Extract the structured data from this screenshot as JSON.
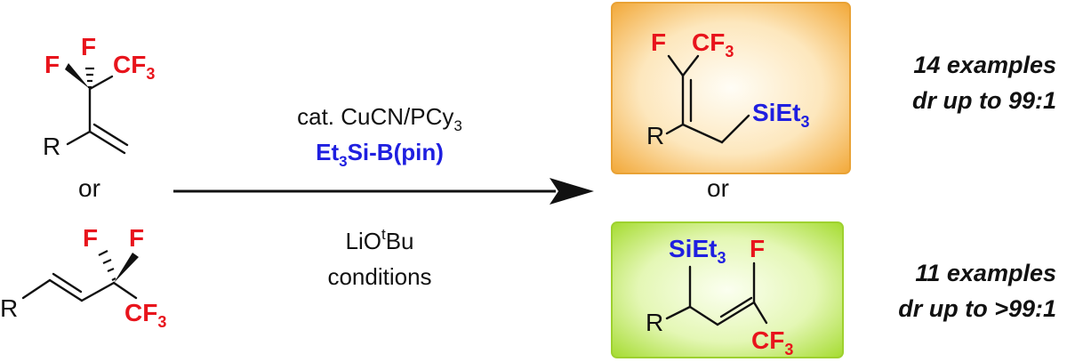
{
  "reagents": {
    "catalyst": "cat. CuCN/PCy",
    "catalyst_sub": "3",
    "borane_a": "Et",
    "borane_sub": "3",
    "borane_b": "Si-B(pin)",
    "base_a": "LiO",
    "base_sup": "t",
    "base_b": "Bu",
    "conditions": "conditions"
  },
  "connectors": {
    "left_or": "or",
    "right_or": "or"
  },
  "atoms": {
    "F": "F",
    "CF": "CF",
    "three": "3",
    "R": "R",
    "SiEt": "SiEt"
  },
  "results": {
    "top_count": "14 examples",
    "top_dr": "dr up to 99:1",
    "bottom_count": "11 examples",
    "bottom_dr": "dr up to >99:1"
  },
  "colors": {
    "halogen": "#e8141c",
    "silicon": "#1f1fe0",
    "top_box": "#f6b448",
    "bottom_box": "#b5e63f"
  }
}
